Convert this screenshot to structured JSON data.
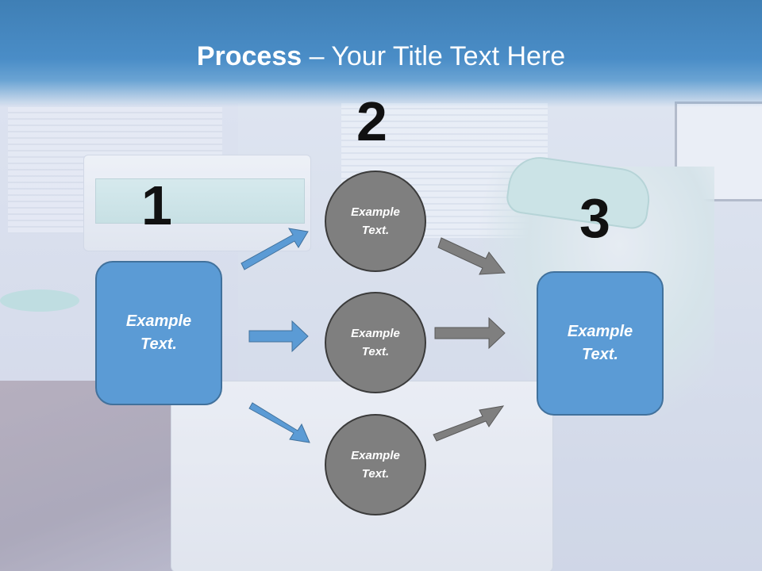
{
  "slide": {
    "title_bold": "Process",
    "title_rest": " – Your Title Text Here",
    "step_numbers": [
      "1",
      "2",
      "3"
    ],
    "left_box": "Example Text.",
    "right_box": "Example Text.",
    "circles": [
      "Example Text.",
      "Example Text.",
      "Example Text."
    ]
  },
  "colors": {
    "title_band": "#4a8dc7",
    "box_fill": "#5b9bd5",
    "box_border": "#41719c",
    "circle_fill": "#7f7f7f",
    "circle_border": "#3b3b3b",
    "arrow_blue": "#5b9bd5",
    "arrow_gray": "#7f7f7f"
  },
  "background": "dental-office-photo"
}
